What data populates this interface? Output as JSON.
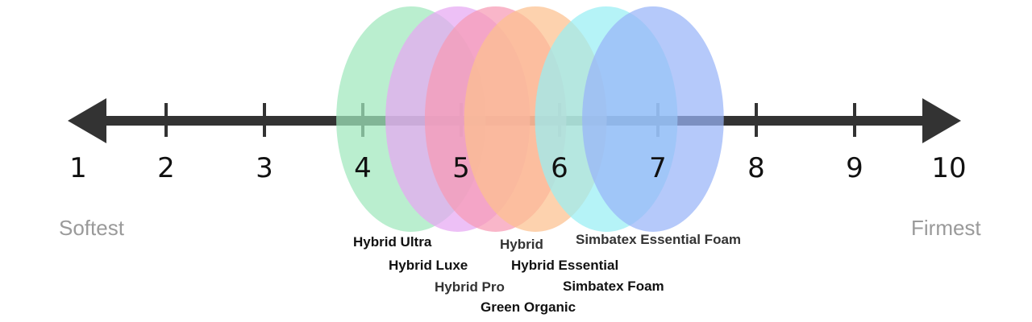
{
  "chart_data": {
    "type": "diagram",
    "title": "Mattress firmness scale",
    "axis": {
      "min": 1,
      "max": 10,
      "ticks": [
        1,
        2,
        3,
        4,
        5,
        6,
        7,
        8,
        9,
        10
      ]
    },
    "ends": {
      "left": "Softest",
      "right": "Firmest"
    },
    "ranges": [
      {
        "name": "green",
        "from": 3.73,
        "to": 5.25,
        "color": "#9fe8bd"
      },
      {
        "name": "purple",
        "from": 4.23,
        "to": 5.7,
        "color": "#e6a8f2"
      },
      {
        "name": "pink",
        "from": 4.63,
        "to": 6.07,
        "color": "#f79ab4"
      },
      {
        "name": "orange",
        "from": 5.03,
        "to": 6.48,
        "color": "#fcc08f"
      },
      {
        "name": "cyan",
        "from": 5.75,
        "to": 7.2,
        "color": "#98eef4"
      },
      {
        "name": "blue",
        "from": 6.23,
        "to": 7.67,
        "color": "#98b4f8"
      }
    ],
    "products": [
      "Hybrid Ultra",
      "Hybrid Luxe",
      "Hybrid Pro",
      "Green Organic",
      "Hybrid",
      "Hybrid Essential",
      "Simbatex Foam",
      "Simbatex Essential Foam"
    ]
  }
}
